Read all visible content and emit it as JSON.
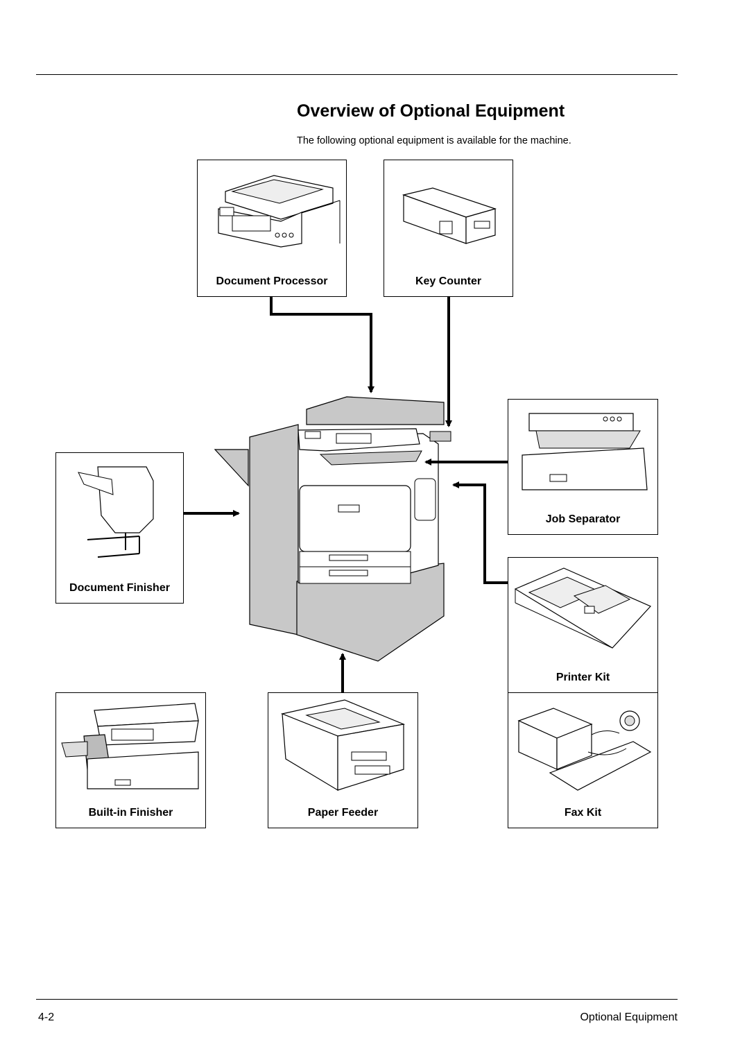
{
  "header": {
    "title": "Overview of Optional Equipment",
    "subtitle": "The following optional equipment is available for the machine."
  },
  "equipment": {
    "document_processor": "Document Processor",
    "key_counter": "Key Counter",
    "job_separator": "Job Separator",
    "document_finisher": "Document Finisher",
    "printer_kit": "Printer Kit",
    "builtin_finisher": "Built-in Finisher",
    "paper_feeder": "Paper Feeder",
    "fax_kit": "Fax Kit"
  },
  "footer": {
    "page_number": "4-2",
    "section": "Optional Equipment"
  },
  "colors": {
    "arrow": "#000000",
    "machine_fill": "#c8c8c8",
    "line": "#000000"
  }
}
